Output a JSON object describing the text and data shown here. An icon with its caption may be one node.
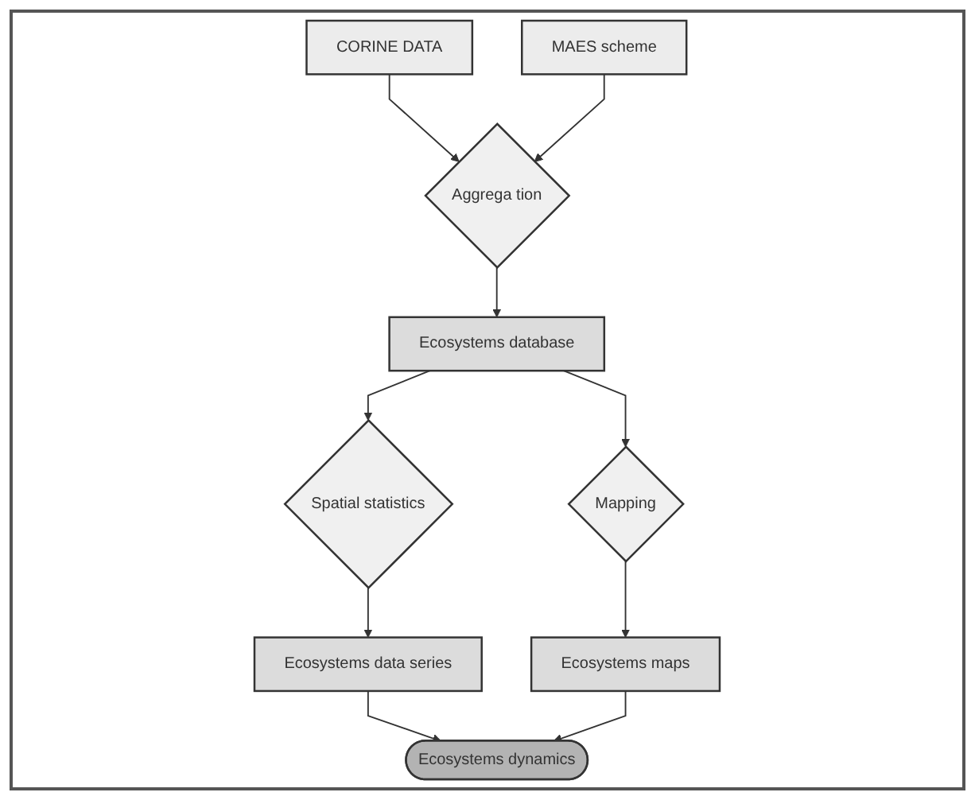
{
  "diagram": {
    "nodes": [
      {
        "text": [
          "CORINE DATA"
        ]
      },
      {
        "text": [
          "Aggrega tion"
        ]
      },
      {
        "text": [
          "MAES scheme"
        ]
      },
      {
        "text": [
          "Ecosystems database"
        ]
      },
      {
        "text": [
          "Spatial statistics"
        ]
      },
      {
        "text": [
          "Mapping"
        ]
      },
      {
        "text": [
          "Ecosystems data series"
        ]
      },
      {
        "text": [
          "Ecosystems maps"
        ]
      },
      {
        "text": [
          "Ecosystems dynamics"
        ]
      }
    ],
    "edges": [
      {
        "from": 0,
        "to": 1,
        "arrow": "to"
      },
      {
        "from": 2,
        "to": 1,
        "arrow": "to"
      },
      {
        "from": 1,
        "to": 3,
        "arrow": "to"
      },
      {
        "from": 3,
        "to": 4,
        "arrow": "to"
      },
      {
        "from": 3,
        "to": 5,
        "arrow": "to"
      },
      {
        "from": 4,
        "to": 6,
        "arrow": "to"
      },
      {
        "from": 5,
        "to": 7,
        "arrow": "to"
      },
      {
        "from": 6,
        "to": 8,
        "arrow": "to"
      },
      {
        "from": 7,
        "to": 8,
        "arrow": "to"
      }
    ]
  }
}
